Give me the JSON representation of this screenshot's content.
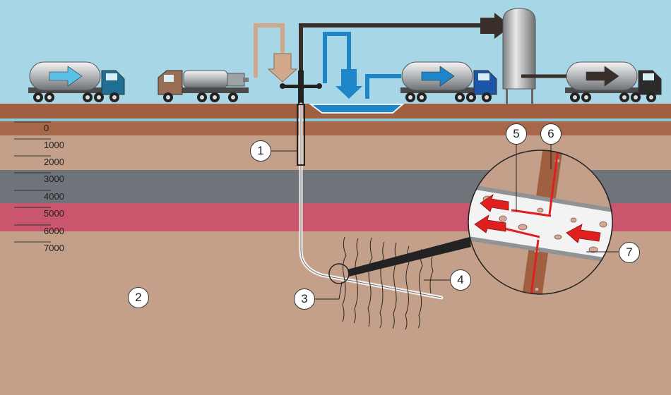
{
  "depth_scale": {
    "labels": [
      "0",
      "1000",
      "2000",
      "3000",
      "4000",
      "5000",
      "6000",
      "7000"
    ]
  },
  "callouts": {
    "c1": "1",
    "c2": "2",
    "c3": "3",
    "c4": "4",
    "c5": "5",
    "c6": "6",
    "c7": "7"
  },
  "colors": {
    "sky": "#a7d6e7",
    "surface_soil": "#a05f40",
    "rock": "#c4a08a",
    "shale_dark": "#6e747a",
    "target_layer": "#c9566d",
    "water_blue": "#1e86c8",
    "fracture_red": "#e02020",
    "sand_arrow": "#d2a88c",
    "product_arrow": "#3a2e2a"
  },
  "trucks": [
    {
      "name": "water-tanker",
      "arrow_color": "#5bc0e6",
      "cab_color": "#1f6f92"
    },
    {
      "name": "sand-truck",
      "arrow_color": "none",
      "cab_color": "#9a6e55"
    },
    {
      "name": "blue-tanker",
      "arrow_color": "#1e86c8",
      "cab_color": "#1c56a8"
    },
    {
      "name": "product-tanker",
      "arrow_color": "#3a2e2a",
      "cab_color": "#2b2b2b"
    }
  ]
}
